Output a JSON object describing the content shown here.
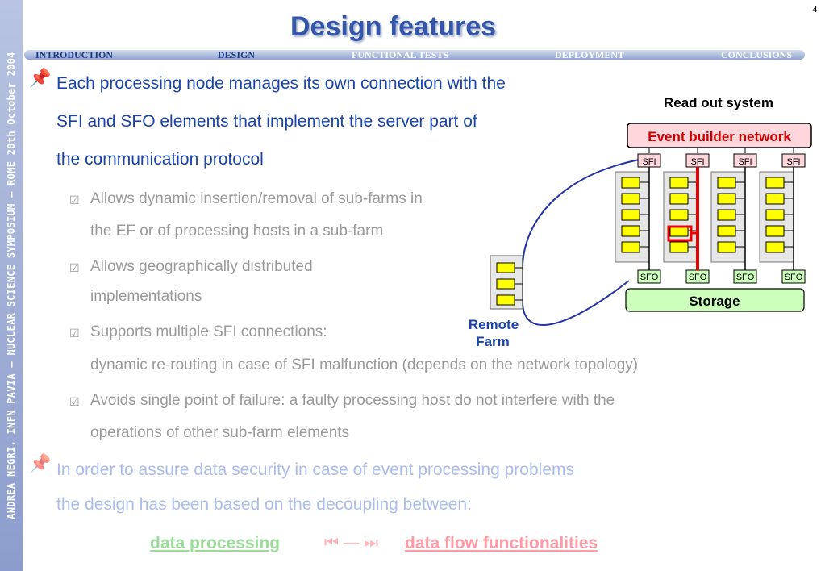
{
  "sidebar": {
    "text": "ANDREA NEGRI, INFN PAVIA – NUCLEAR SCIENCE SYMPOSIUM – ROME 20th October 2004"
  },
  "page_number": "4",
  "title": "Design features",
  "nav": {
    "items": [
      "INTRODUCTION",
      "DESIGN",
      "FUNCTIONAL TESTS",
      "DEPLOYMENT",
      "CONCLUSIONS"
    ]
  },
  "bullet1": {
    "lines": [
      "Each processing node manages its own connection with the",
      "SFI and SFO elements that implement the server part of",
      "the communication protocol"
    ]
  },
  "sub1": {
    "lines": [
      "Allows dynamic insertion/removal of sub-farms in",
      "the EF or of processing hosts in a sub-farm"
    ]
  },
  "sub2": {
    "lines": [
      "Allows geographically distributed",
      "implementations"
    ]
  },
  "sub3": {
    "lines": [
      "Supports multiple SFI connections:",
      "dynamic re-routing in case of SFI malfunction (depends on the network topology)"
    ]
  },
  "sub4": {
    "lines": [
      "Avoids single point of failure: a faulty processing host do not interfere with the",
      "operations of other sub-farm elements"
    ]
  },
  "bullet2": {
    "lines": [
      "In order to assure data security in case of event processing problems",
      "the design has been based on the decoupling between:"
    ]
  },
  "decoupling": {
    "left": "data processing",
    "arrows": "⏮ — ⏭",
    "right": "data flow functionalities"
  },
  "diagram": {
    "readout": "Read out system",
    "ebn": "Event builder network",
    "sfi": [
      "SFI",
      "SFI",
      "SFI",
      "SFI"
    ],
    "sfo": [
      "SFO",
      "SFO",
      "SFO",
      "SFO"
    ],
    "storage": "Storage",
    "remote": [
      "Remote",
      "Farm"
    ]
  },
  "colors": {
    "title": "#3355aa",
    "text_blue": "#1a44aa",
    "box_yellow": "#ffff00",
    "ebn_bg": "#ffd6dc",
    "storage_bg": "#ccffbb",
    "red": "#ee0000"
  }
}
